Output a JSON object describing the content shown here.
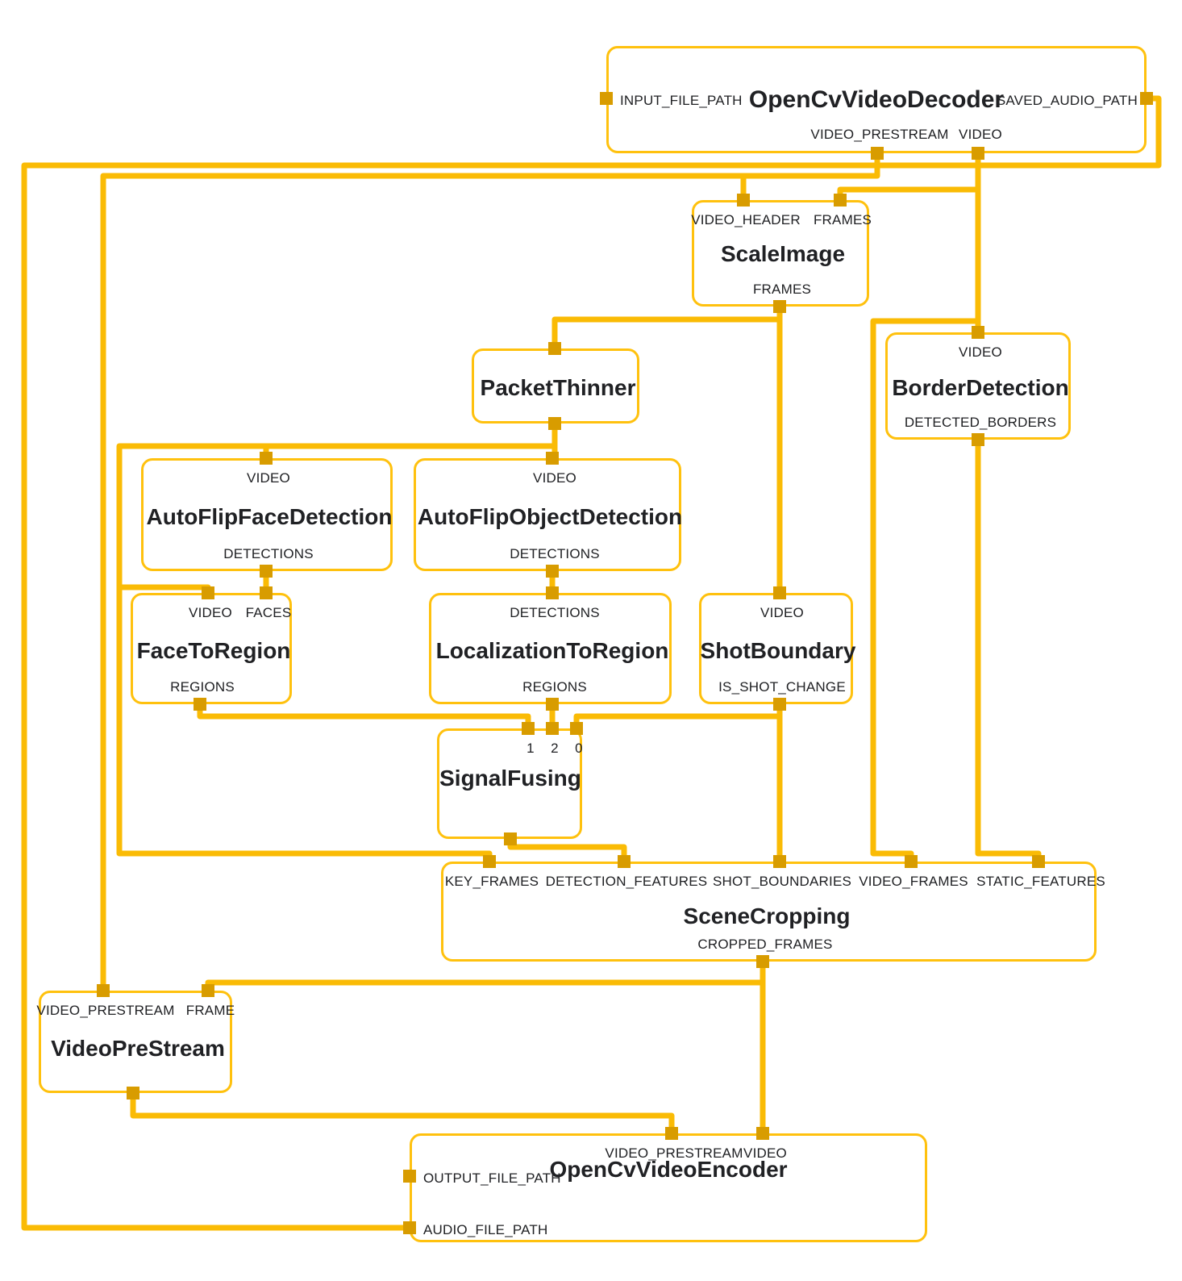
{
  "colors": {
    "wire": "#FABB05",
    "node_border": "#FFC10E",
    "port_square": "#D89C00",
    "text": "#202124",
    "background": "#FFFFFF"
  },
  "diagram": {
    "type": "dataflow-graph",
    "nodes": [
      {
        "id": "open_cv_video_decoder",
        "title": "OpenCvVideoDecoder",
        "left_ports": [
          "INPUT_FILE_PATH"
        ],
        "right_ports": [
          "SAVED_AUDIO_PATH"
        ],
        "top_ports": [],
        "bottom_ports": [
          "VIDEO_PRESTREAM",
          "VIDEO"
        ]
      },
      {
        "id": "scale_image",
        "title": "ScaleImage",
        "left_ports": [],
        "right_ports": [],
        "top_ports": [
          "VIDEO_HEADER",
          "FRAMES"
        ],
        "bottom_ports": [
          "FRAMES"
        ]
      },
      {
        "id": "packet_thinner",
        "title": "PacketThinner",
        "left_ports": [],
        "right_ports": [],
        "top_ports": [
          ""
        ],
        "bottom_ports": [
          ""
        ]
      },
      {
        "id": "border_detection",
        "title": "BorderDetection",
        "left_ports": [],
        "right_ports": [],
        "top_ports": [
          "VIDEO"
        ],
        "bottom_ports": [
          "DETECTED_BORDERS"
        ]
      },
      {
        "id": "auto_flip_face_detection",
        "title": "AutoFlipFaceDetection",
        "left_ports": [],
        "right_ports": [],
        "top_ports": [
          "VIDEO"
        ],
        "bottom_ports": [
          "DETECTIONS"
        ]
      },
      {
        "id": "auto_flip_object_detection",
        "title": "AutoFlipObjectDetection",
        "left_ports": [],
        "right_ports": [],
        "top_ports": [
          "VIDEO"
        ],
        "bottom_ports": [
          "DETECTIONS"
        ]
      },
      {
        "id": "face_to_region",
        "title": "FaceToRegion",
        "left_ports": [],
        "right_ports": [],
        "top_ports": [
          "VIDEO",
          "FACES"
        ],
        "bottom_ports": [
          "REGIONS"
        ]
      },
      {
        "id": "localization_to_region",
        "title": "LocalizationToRegion",
        "left_ports": [],
        "right_ports": [],
        "top_ports": [
          "DETECTIONS"
        ],
        "bottom_ports": [
          "REGIONS"
        ]
      },
      {
        "id": "shot_boundary",
        "title": "ShotBoundary",
        "left_ports": [],
        "right_ports": [],
        "top_ports": [
          "VIDEO"
        ],
        "bottom_ports": [
          "IS_SHOT_CHANGE"
        ]
      },
      {
        "id": "signal_fusing",
        "title": "SignalFusing",
        "left_ports": [],
        "right_ports": [],
        "top_ports": [
          "1",
          "2",
          "0"
        ],
        "bottom_ports": [
          ""
        ]
      },
      {
        "id": "scene_cropping",
        "title": "SceneCropping",
        "left_ports": [],
        "right_ports": [],
        "top_ports": [
          "KEY_FRAMES",
          "DETECTION_FEATURES",
          "SHOT_BOUNDARIES",
          "VIDEO_FRAMES",
          "STATIC_FEATURES"
        ],
        "bottom_ports": [
          "CROPPED_FRAMES"
        ]
      },
      {
        "id": "video_pre_stream",
        "title": "VideoPreStream",
        "left_ports": [],
        "right_ports": [],
        "top_ports": [
          "VIDEO_PRESTREAM",
          "FRAME"
        ],
        "bottom_ports": [
          ""
        ]
      },
      {
        "id": "open_cv_video_encoder",
        "title": "OpenCvVideoEncoder",
        "left_ports": [
          "OUTPUT_FILE_PATH",
          "AUDIO_FILE_PATH"
        ],
        "right_ports": [],
        "top_ports": [
          "VIDEO_PRESTREAM",
          "VIDEO"
        ],
        "bottom_ports": []
      }
    ]
  }
}
